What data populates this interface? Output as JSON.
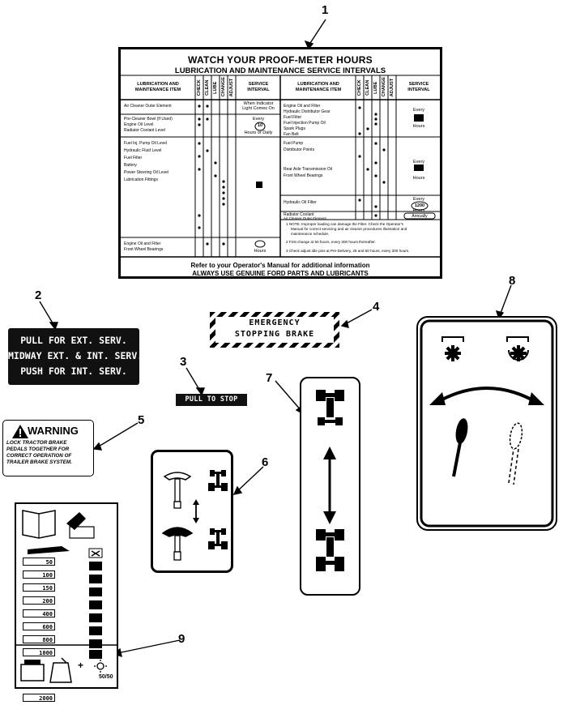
{
  "callouts": [
    "1",
    "2",
    "3",
    "4",
    "5",
    "6",
    "7",
    "8",
    "9"
  ],
  "decal1": {
    "title": "WATCH YOUR PROOF-METER HOURS",
    "subtitle": "LUBRICATION AND MAINTENANCE SERVICE INTERVALS",
    "col_item": "LUBRICATION AND MAINTENANCE ITEM",
    "col_check": "CHECK",
    "col_clean": "CLEAN",
    "col_lube": "LUBE",
    "col_change": "CHANGE",
    "col_adjust": "ADJUST",
    "col_interval": "SERVICE INTERVAL",
    "left_rows": [
      "Air Cleaner Outer Element",
      "Pre-Cleaner Bowl (If Used)",
      "Engine Oil Level",
      "Radiator Coolant Level",
      "Fuel Inj. Pump Oil Level",
      "Hydraulic Fluid Level",
      "Fuel Filter",
      "Battery",
      "Power Steering Oil Level",
      "Lubrication Fittings",
      "Engine Oil and Filter",
      "Front Wheel Bearings"
    ],
    "right_rows": [
      "Engine Oil and Filter",
      "Hydraulic Distributor Gear",
      "Fuel Filter",
      "Fuel Injection Pump Oil",
      "Spark Plugs",
      "Fan Belt",
      "Fuel Pump",
      "Distributor Points",
      "Rear Axle Transmission Oil",
      "Front Wheel Bearings",
      "Hydraulic Oil Filter",
      "Radiator Coolant",
      "Air Cleaner Outer Element"
    ],
    "int_a": "When Indicator Light Comes On",
    "int_b": "Every",
    "int_b_num": "10",
    "int_b2": "Hours or Daily",
    "int_c": "Every",
    "int_d": "Every",
    "int_e": "Every",
    "int_e_num": "1200",
    "int_e2": "Hours",
    "int_f": "Annually",
    "int_g": "Hours",
    "note1": "1  NOTE: Improper loading can damage the Filter. Check the Operator's",
    "note1b": "Manual for correct servicing and air cleaner procedures illustration and",
    "note1c": "maintenance schedule.",
    "note2": "2  First change at 50 hours, every 300 hours thereafter.",
    "note3": "3  Check adjust idle pins at Pre-Delivery, 25 and 50 hours, every 300 hours.",
    "footer1": "Refer to your Operator's Manual for additional information",
    "footer2": "ALWAYS USE GENUINE FORD PARTS AND LUBRICANTS"
  },
  "decal2": {
    "line1": "PULL FOR EXT. SERV.",
    "line2": "MIDWAY EXT. & INT. SERV.",
    "line3": "PUSH FOR INT. SERV."
  },
  "decal3": {
    "text": "PULL TO STOP"
  },
  "decal4": {
    "line1": "EMERGENCY",
    "line2": "STOPPING BRAKE"
  },
  "decal5": {
    "title": "WARNING",
    "body1": "LOCK TRACTOR BRAKE",
    "body2": "PEDALS TOGETHER FOR",
    "body3": "CORRECT OPERATION OF",
    "body4": "TRAILER BRAKE SYSTEM."
  },
  "decal9": {
    "counters": [
      "50",
      "100",
      "150",
      "200",
      "400",
      "600",
      "800",
      "1000",
      "2000"
    ],
    "plus": "+",
    "fraction": "50/50"
  }
}
